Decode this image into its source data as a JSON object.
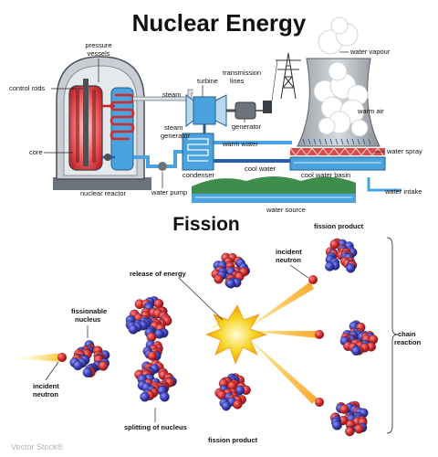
{
  "titles": {
    "main": "Nuclear Energy",
    "fission": "Fission"
  },
  "plant_labels": {
    "pressure_vessels": [
      "pressure",
      "vessels"
    ],
    "control_rods": "control rods",
    "core": "core",
    "nuclear_reactor": "nuclear reactor",
    "steam": "steam",
    "turbine": "turbine",
    "steam_generator": [
      "steam",
      "generator"
    ],
    "transmission_lines": [
      "transmission",
      "lines"
    ],
    "generator": "generator",
    "warm_water": "warm water",
    "condenser": "condenser",
    "cool_water": "cool water",
    "water_pump": "water pump",
    "water_vapour": "water vapour",
    "warm_air": "warm air",
    "water_spray": "water spray",
    "cool_water_basin": "cool water basin",
    "water_intake": "water intake",
    "water_source": "water source"
  },
  "fission_labels": {
    "fission_product_top": "fission product",
    "incident_neutron_top": [
      "incident",
      "neutron"
    ],
    "release_of_energy": "release of energy",
    "fissionable_nucleus": [
      "fissionable",
      "nucleus"
    ],
    "chain_reaction": [
      "chain",
      "reaction"
    ],
    "incident_neutron_left": [
      "incident",
      "neutron"
    ],
    "splitting_of_nucleus": "splitting of nucleus",
    "fission_product_bottom": "fission product"
  },
  "colors": {
    "proton": "#d42a2a",
    "neutron": "#3a3fb8",
    "reactor_core": "#e5484d",
    "cool_water": "#4aa3df",
    "energy_burst": "#f6d21b",
    "terrain": "#3e8d4c"
  },
  "watermark": "Vector Stock®"
}
